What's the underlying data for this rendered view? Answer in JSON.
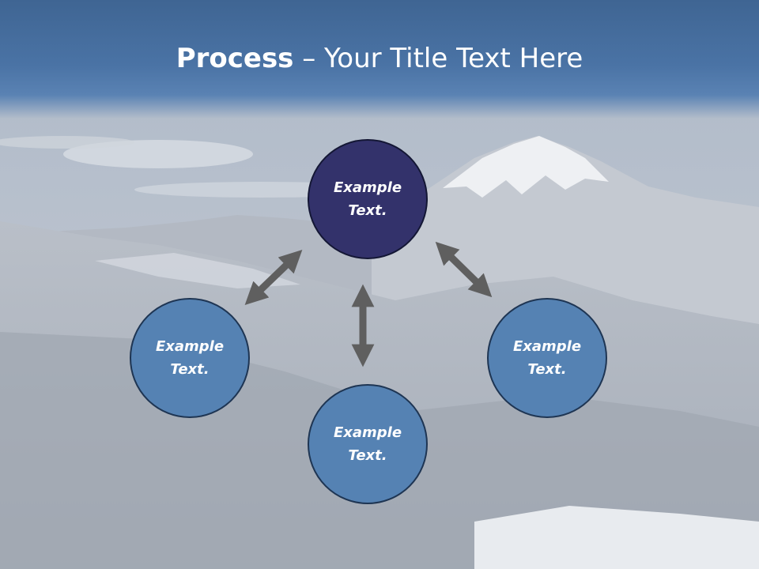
{
  "title": {
    "bold": "Process",
    "rest": " – Your Title Text Here"
  },
  "nodes": {
    "top": {
      "line1": "Example",
      "line2": "Text."
    },
    "left": {
      "line1": "Example",
      "line2": "Text."
    },
    "right": {
      "line1": "Example",
      "line2": "Text."
    },
    "bottom": {
      "line1": "Example",
      "line2": "Text."
    }
  },
  "colors": {
    "header": "#4a73a5",
    "top_node": "#33326b",
    "node": "#5582b3",
    "arrow": "#5f5f5f"
  }
}
